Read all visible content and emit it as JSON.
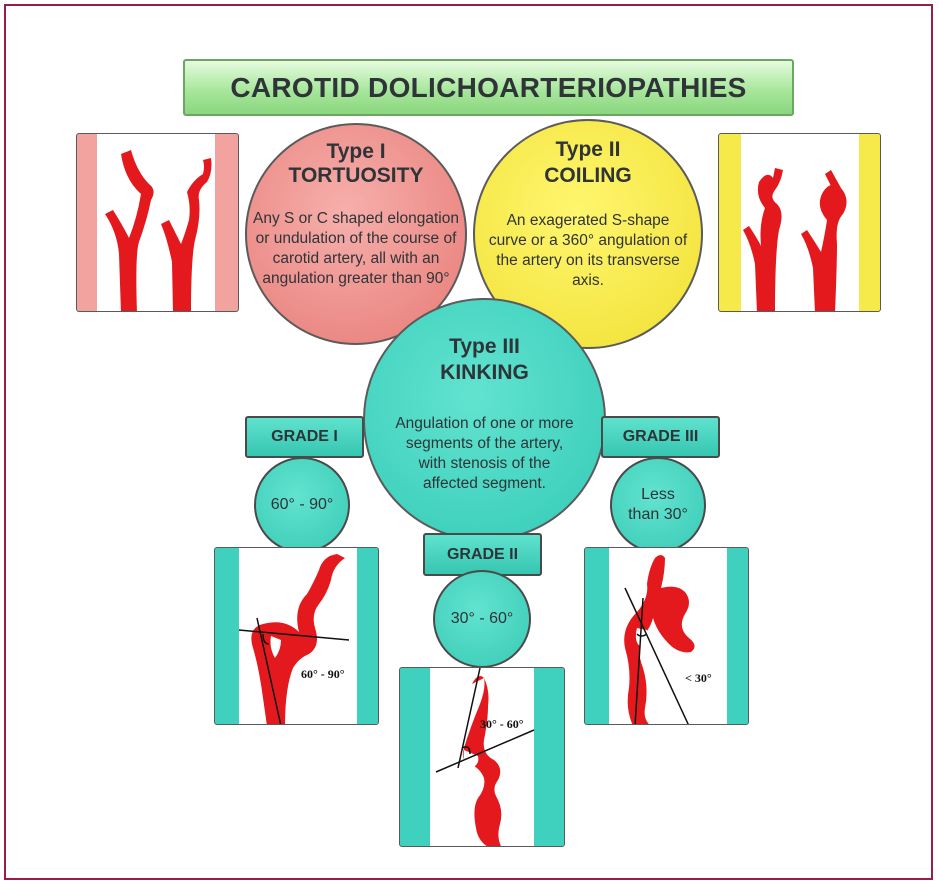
{
  "title": "CAROTID DOLICHOARTERIOPATHIES",
  "types": {
    "type1": {
      "heading": "Type I",
      "name": "TORTUOSITY",
      "description": "Any S or C shaped elongation or undulation of the course of carotid artery, all with an angulation greater than 90°"
    },
    "type2": {
      "heading": "Type II",
      "name": "COILING",
      "description": "An exagerated S-shape curve or a 360° angulation of the artery on its transverse axis."
    },
    "type3": {
      "heading": "Type III",
      "name": "KINKING",
      "description": "Angulation of one or more segments of the artery, with stenosis of the affected segment."
    }
  },
  "grades": {
    "grade1": {
      "label": "GRADE I",
      "range": "60° - 90°",
      "angle_label": "60° - 90°"
    },
    "grade2": {
      "label": "GRADE II",
      "range": "30° - 60°",
      "angle_label": "30° - 60°"
    },
    "grade3": {
      "label": "GRADE III",
      "range": "Less than 30°",
      "angle_label": "< 30°"
    }
  },
  "colors": {
    "frame": "#9b1b4a",
    "tortuosity": "#ec8a86",
    "coiling": "#f4e541",
    "kinking": "#3fd1bd",
    "artery": "#e3191e"
  }
}
